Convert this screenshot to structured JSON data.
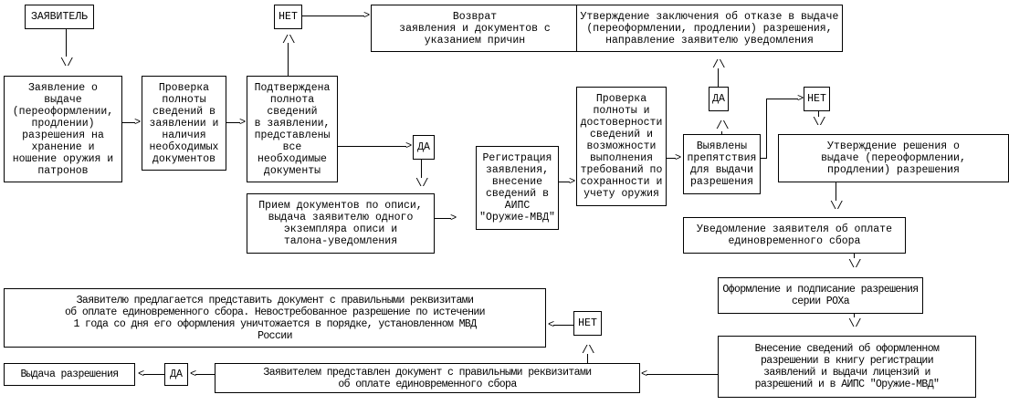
{
  "nodes": {
    "applicant": "ЗАЯВИТЕЛЬ",
    "application": "Заявление о\nвыдаче\n(переоформлении,\nпродлении)\nразрешения на\nхранение и\nношение оружия и\nпатронов",
    "check_completeness": "Проверка\nполноты\nсведений в\nзаявлении и\nналичия\nнеобходимых\nдокументов",
    "confirmed": "Подтверждена\nполнота\nсведений\nв заявлении,\nпредставлены\nвсе\nнеобходимые\nдокументы",
    "no_1": "НЕТ",
    "return_docs": "Возврат\nзаявления и документов с\nуказанием причин",
    "yes_1": "ДА",
    "accept_docs": "Прием документов по описи,\nвыдача заявителю одного\nэкземпляра описи и\nталона-уведомления",
    "registration": "Регистрация\nзаявления,\nвнесение\nсведений в\nАИПС\n\"Оружие-МВД\"",
    "check_reliability": "Проверка\nполноты и\nдостоверности\nсведений и\nвозможности\nвыполнения\nтребований по\nсохранности и\nучету оружия",
    "obstacles": "Выявлены\nпрепятствия\nдля выдачи\nразрешения",
    "yes_2": "ДА",
    "refusal": "Утверждение заключения об отказе в выдаче\n(переоформлении, продлении) разрешения,\nнаправление заявителю уведомления",
    "no_2": "НЕТ",
    "approval": "Утверждение решения о\nвыдаче (переоформлении,\nпродлении) разрешения",
    "fee_notice": "Уведомление заявителя об оплате\nединовременного сбора",
    "issue_sign": "Оформление и подписание разрешения\nсерии РОХа",
    "record": "Внесение сведений об оформленном\nразрешении в книгу регистрации\nзаявлений и выдачи лицензий и\nразрешений и в АИПС \"Оружие-МВД\"",
    "payment_doc": "Заявителем представлен документ с правильными реквизитами\nоб оплате единовременного сбора",
    "no_3": "НЕТ",
    "resubmit": "Заявителю предлагается представить документ с правильными реквизитами\nоб оплате единовременного сбора. Невостребованное разрешение по истечении\n1 года со дня его оформления уничтожается в порядке, установленном МВД\nРоссии",
    "yes_3": "ДА",
    "issue": "Выдача разрешения"
  },
  "arrows": {
    "down": "\\/",
    "up": "/\\",
    "right": ">",
    "left": "<"
  }
}
